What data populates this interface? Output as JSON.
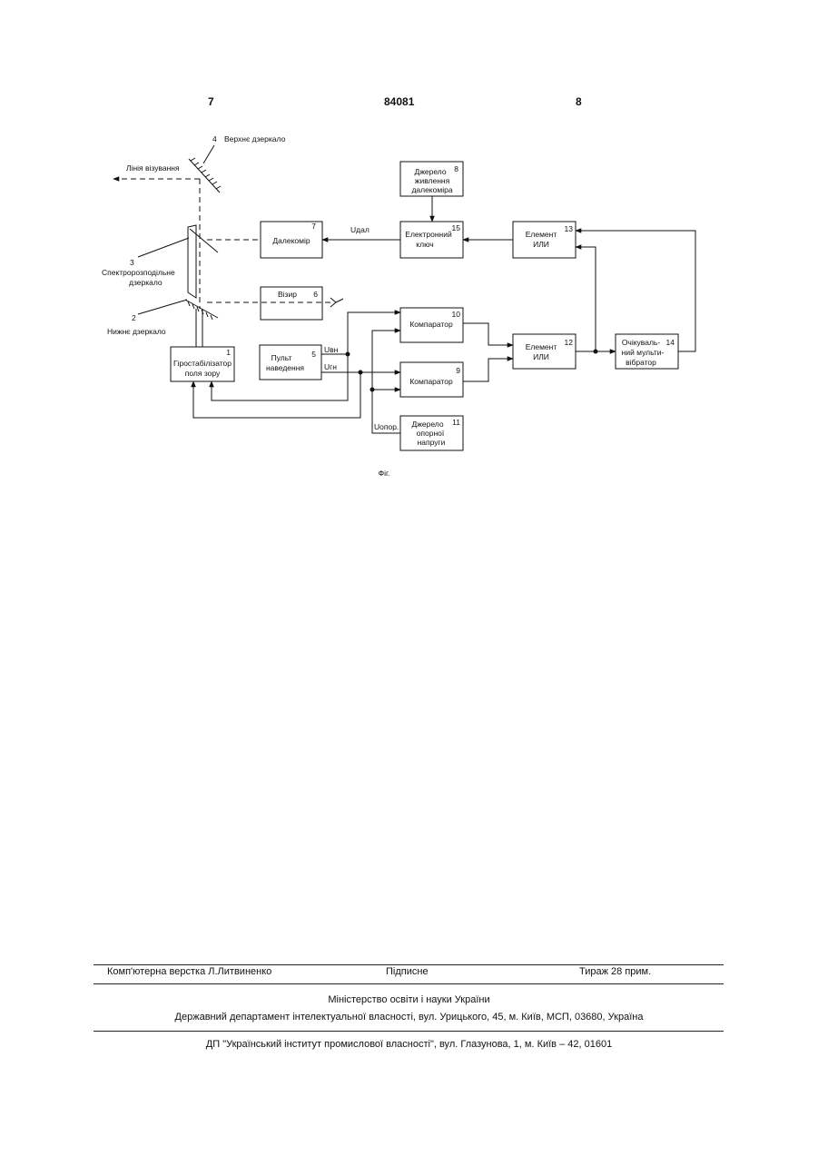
{
  "header": {
    "left_page": "7",
    "patent_number": "84081",
    "right_page": "8"
  },
  "diagram": {
    "labels": {
      "top_mirror": "Верхнє дзеркало",
      "top_mirror_num": "4",
      "sight_line": "Лінія візування",
      "split_mirror_num": "3",
      "split_mirror_l1": "Спектророзподільне",
      "split_mirror_l2": "дзеркало",
      "low_mirror_num": "2",
      "low_mirror": "Нижнє дзеркало",
      "u_dal": "Uдал",
      "u_vn": "Uвн",
      "u_gn": "Uгн",
      "u_opor": "Uопор."
    },
    "blocks": {
      "b1": {
        "num": "1",
        "l1": "Гіростабілізатор",
        "l2": "поля зору"
      },
      "b5": {
        "num": "5",
        "l1": "Пульт",
        "l2": "наведення"
      },
      "b6": {
        "num": "6",
        "l1": "Візир"
      },
      "b7": {
        "num": "7",
        "l1": "Далекомір"
      },
      "b8": {
        "num": "8",
        "l1": "Джерело",
        "l2": "живлення",
        "l3": "далекоміра"
      },
      "b9": {
        "num": "9",
        "l1": "Компаратор"
      },
      "b10": {
        "num": "10",
        "l1": "Компаратор"
      },
      "b11": {
        "num": "11",
        "l1": "Джерело",
        "l2": "опорної",
        "l3": "напруги"
      },
      "b12": {
        "num": "12",
        "l1": "Елемент",
        "l2": "ИЛИ"
      },
      "b13": {
        "num": "13",
        "l1": "Елемент",
        "l2": "ИЛИ"
      },
      "b14": {
        "num": "14",
        "l1": "Очікуваль-",
        "l2": "ний мульти-",
        "l3": "вібратор"
      },
      "b15": {
        "num": "15",
        "l1": "Електронний",
        "l2": "ключ"
      }
    },
    "caption": "Фіг."
  },
  "footer": {
    "layout_by": "Комп'ютерна верстка Л.Литвиненко",
    "signed": "Підписне",
    "circulation": "Тираж 28 прим.",
    "ministry": "Міністерство освіти і науки України",
    "department": "Державний департамент інтелектуальної власності, вул. Урицького, 45, м. Київ, МСП, 03680, Україна",
    "institute": "ДП \"Український інститут промислової власності\", вул. Глазунова, 1, м. Київ – 42, 01601"
  }
}
